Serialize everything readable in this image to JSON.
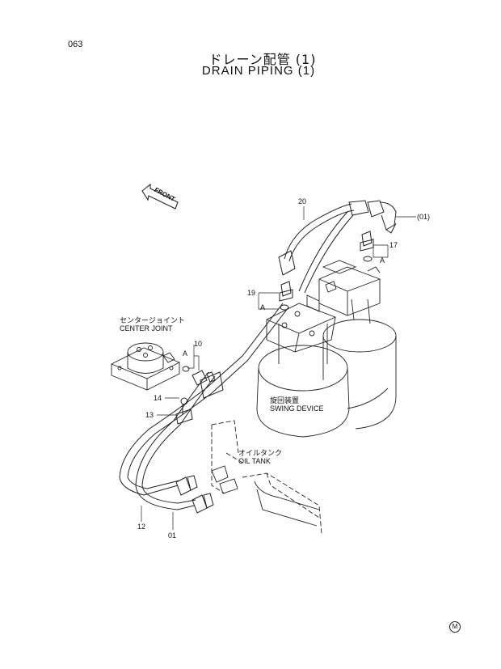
{
  "page": {
    "number": "063",
    "title_jp": "ドレーン配管 (1)",
    "title_en": "DRAIN PIPING (1)"
  },
  "labels": {
    "front": "FRONT",
    "center_joint_jp": "センタージョイント",
    "center_joint_en": "CENTER JOINT",
    "swing_device_jp": "旋回装置",
    "swing_device_en": "SWING DEVICE",
    "oil_tank_jp": "オイルタンク",
    "oil_tank_en": "OIL TANK",
    "mark": "M"
  },
  "part_refs": {
    "p20": "20",
    "p01_ref": "(01)",
    "p17": "17",
    "a1": "A",
    "p19": "19",
    "a2": "A",
    "p10": "10",
    "a3": "A",
    "p14": "14",
    "p13": "13",
    "p12": "12",
    "p01": "01"
  }
}
